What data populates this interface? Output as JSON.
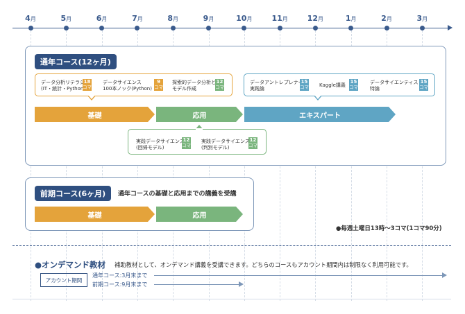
{
  "months": [
    {
      "num": "4",
      "unit": "月"
    },
    {
      "num": "5",
      "unit": "月"
    },
    {
      "num": "6",
      "unit": "月"
    },
    {
      "num": "7",
      "unit": "月"
    },
    {
      "num": "8",
      "unit": "月"
    },
    {
      "num": "9",
      "unit": "月"
    },
    {
      "num": "10",
      "unit": "月"
    },
    {
      "num": "11",
      "unit": "月"
    },
    {
      "num": "12",
      "unit": "月"
    },
    {
      "num": "1",
      "unit": "月"
    },
    {
      "num": "2",
      "unit": "月"
    },
    {
      "num": "3",
      "unit": "月"
    }
  ],
  "annual": {
    "title": "通年コース(12ヶ月)",
    "phases": {
      "basic": "基礎",
      "applied": "応用",
      "expert": "エキスパート"
    },
    "courses": [
      {
        "line1": "データ分析リテラシ",
        "line2": "(IT・統計・Python)",
        "count": "18",
        "unit": "コマ"
      },
      {
        "line1": "データサイエンス",
        "line2": "100本ノック(Python)",
        "count": "9",
        "unit": "コマ"
      },
      {
        "line1": "探索的データ分析と",
        "line2": "モデル作成",
        "count": "12",
        "unit": "コマ"
      },
      {
        "line1": "データアントレプレナー",
        "line2": "実践論",
        "count": "15",
        "unit": "コマ"
      },
      {
        "line1": "Kaggle講義",
        "line2": "",
        "count": "15",
        "unit": "コマ"
      },
      {
        "line1": "データサイエンティスト",
        "line2": "特論",
        "count": "15",
        "unit": "コマ"
      },
      {
        "line1": "実践データサイエンス",
        "line2": "(回帰モデル)",
        "count": "12",
        "unit": "コマ"
      },
      {
        "line1": "実践データサイエンス",
        "line2": "(判別モデル)",
        "count": "12",
        "unit": "コマ"
      }
    ]
  },
  "first_half": {
    "title": "前期コース(6ヶ月)",
    "note": "通年コースの基礎と応用までの講義を受講",
    "phases": {
      "basic": "基礎",
      "applied": "応用"
    }
  },
  "schedule_note": "●毎週土曜日13時〜3コマ(1コマ90分)",
  "ondemand": {
    "title": "●オンデマンド教材",
    "desc": "補助教材として、オンデマンド講義を受講できます。どちらのコースもアカウント期間内は制限なく利用可能です。",
    "account_label": "アカウント期間",
    "annual_period": "通年コース:3月末まで",
    "first_period": "前期コース:9月末まで"
  },
  "colors": {
    "navy": "#2f4f80",
    "orange": "#e4a33b",
    "green": "#7ab57d",
    "blue": "#5fa5c4"
  }
}
